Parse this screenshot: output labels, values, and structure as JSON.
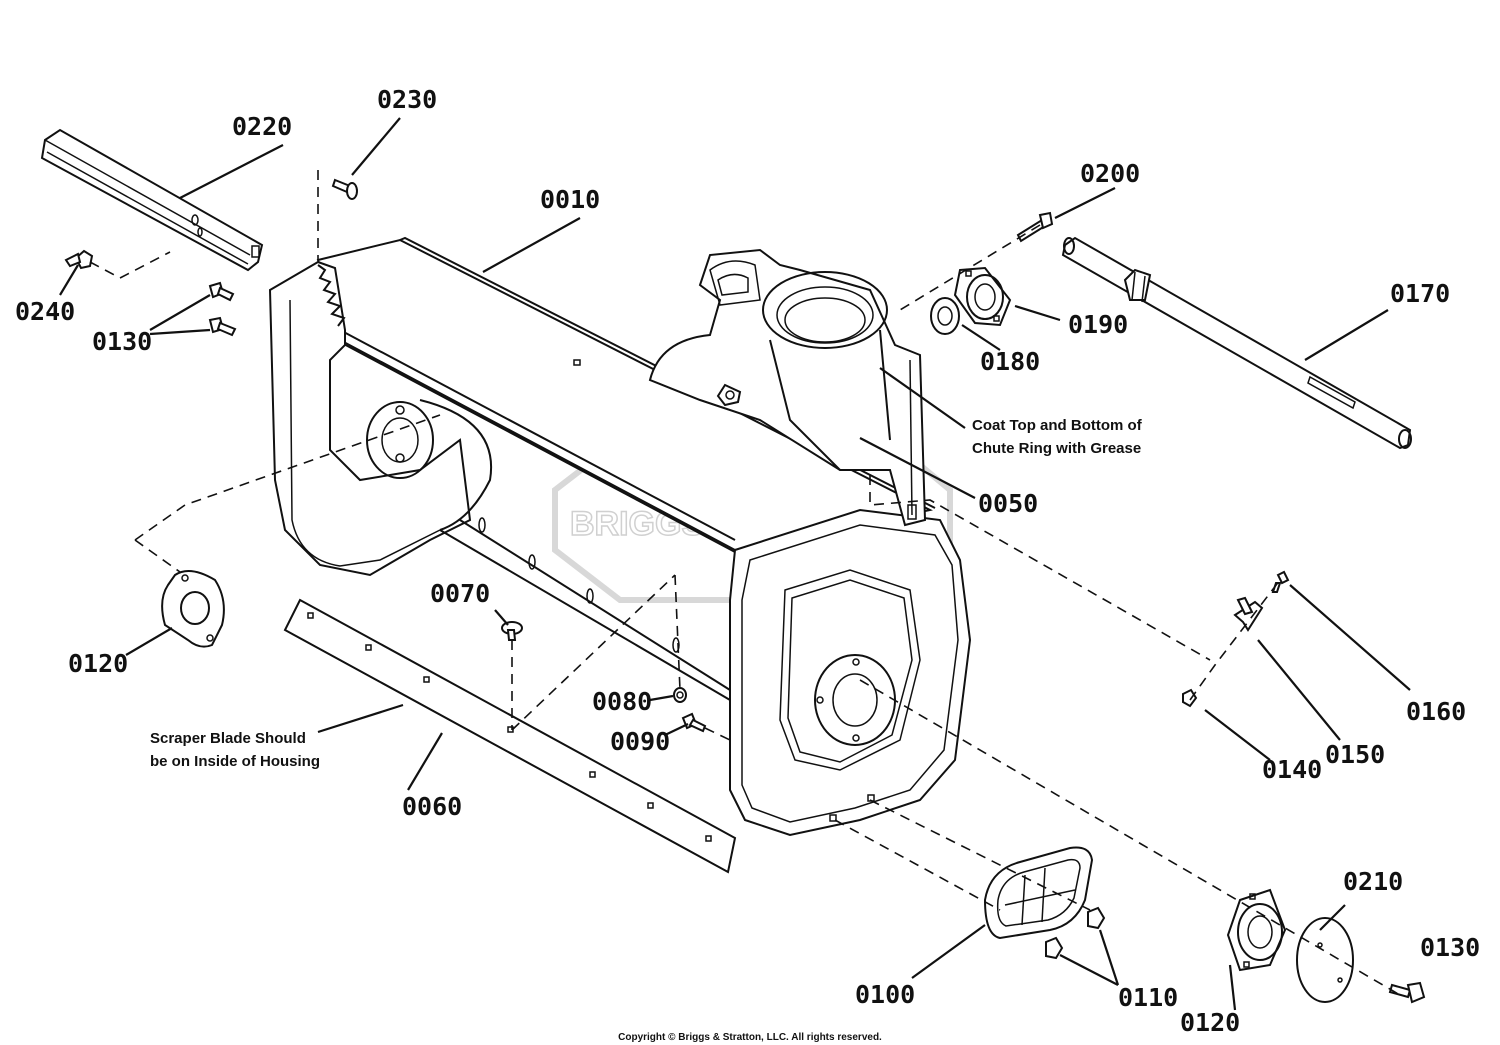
{
  "watermark": {
    "text": "BRIGGS&STRATTON"
  },
  "labels": {
    "p0010": "0010",
    "p0050": "0050",
    "p0060": "0060",
    "p0070": "0070",
    "p0080": "0080",
    "p0090": "0090",
    "p0100": "0100",
    "p0110": "0110",
    "p0120_left": "0120",
    "p0120_bottom": "0120",
    "p0130_left": "0130",
    "p0130_right": "0130",
    "p0140": "0140",
    "p0150": "0150",
    "p0160": "0160",
    "p0170": "0170",
    "p0180": "0180",
    "p0190": "0190",
    "p0200": "0200",
    "p0210": "0210",
    "p0220": "0220",
    "p0230": "0230",
    "p0240": "0240"
  },
  "notes": {
    "chute_line1": "Coat Top and Bottom of",
    "chute_line2": "Chute Ring with Grease",
    "scraper_line1": "Scraper Blade Should",
    "scraper_line2": "be on Inside of Housing"
  },
  "footer": {
    "copyright": "Copyright © Briggs & Stratton, LLC. All rights reserved."
  }
}
